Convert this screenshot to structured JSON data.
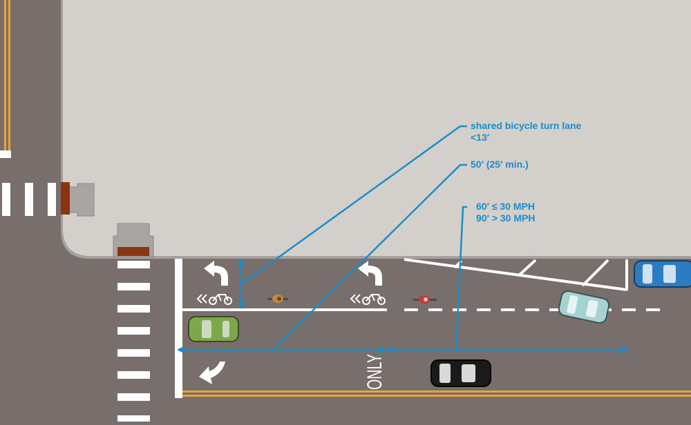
{
  "annotations": {
    "turn_lane": {
      "line1": "shared bicycle turn lane",
      "line2": "<13′"
    },
    "bay_length": {
      "line1": "50′ (25′ min.)"
    },
    "taper": {
      "line1": "60′ ≤ 30 MPH",
      "line2": "90′ > 30 MPH"
    }
  },
  "pavement_marking": {
    "text": "ONLY"
  },
  "colors": {
    "road": "#786e6c",
    "block": "#d3cfcb",
    "curb": "#a5a09d",
    "marking": "#ffffff",
    "center_line": "#e9a53c",
    "dimension": "#1a8dc8",
    "ramp": "#a9a5a2",
    "tactile_strip": "#8b3414"
  },
  "vehicles": [
    {
      "kind": "car",
      "color": "#7da84a",
      "direction": "right"
    },
    {
      "kind": "car",
      "color": "#a6d3d2",
      "direction": "left"
    },
    {
      "kind": "car",
      "color": "#2c7cc4",
      "direction": "left"
    },
    {
      "kind": "car",
      "color": "#1a1a1a",
      "direction": "right"
    },
    {
      "kind": "bicycle",
      "color": "#c08a3e",
      "direction": "right"
    },
    {
      "kind": "bicycle",
      "color": "#c23a3a",
      "direction": "right"
    }
  ]
}
